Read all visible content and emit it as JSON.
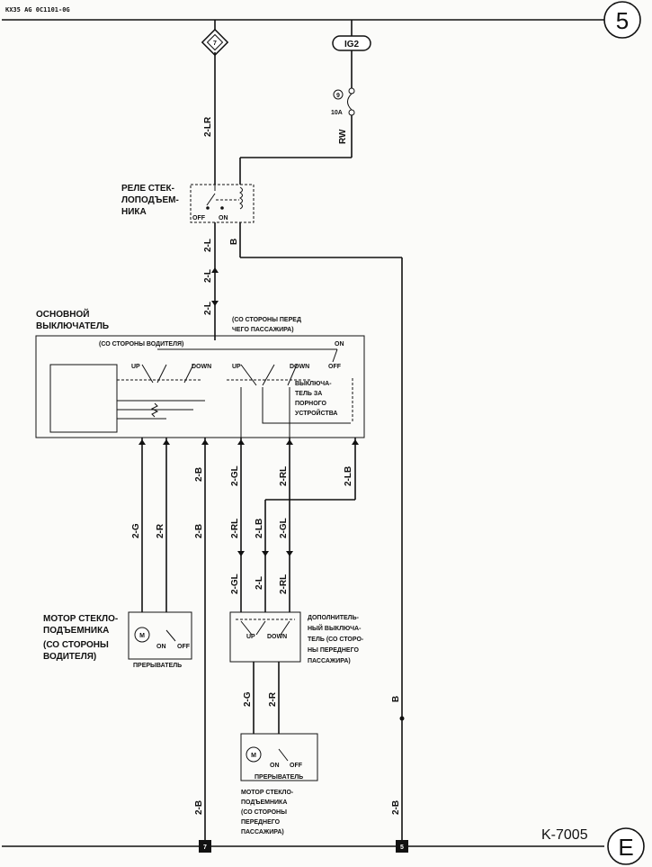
{
  "header_code": "KX35 AG 0C1101-0G",
  "sheet_top": "5",
  "sheet_bottom": "E",
  "diagram_code": "K-7005",
  "connector_7": "7",
  "ig2": "IG2",
  "fuse_num": "9",
  "fuse_amp": "10A",
  "ground_7": "7",
  "ground_5": "5",
  "relay": {
    "l1": "РЕЛЕ СТЕК-",
    "l2": "ЛОПОДЪЕМ-",
    "l3": "НИКА",
    "off": "OFF",
    "on": "ON"
  },
  "main_switch": {
    "l1": "ОСНОВНОЙ",
    "l2": "ВЫКЛЮЧАТЕЛЬ",
    "driver_side": "(СО СТОРОНЫ ВОДИТЕЛЯ)",
    "pass_l1": "(СО СТОРОНЫ ПЕРЕД",
    "pass_l2": "ЧЕГО ПАССАЖИРА)",
    "up1": "UP",
    "down1": "DOWN",
    "up2": "UP",
    "down2": "DOWN",
    "on": "ON",
    "off": "OFF"
  },
  "lock_switch": {
    "l1": "ВЫКЛЮЧА-",
    "l2": "ТЕЛЬ ЗА",
    "l3": "ПОРНОГО",
    "l4": "УСТРОЙСТВА"
  },
  "driver_motor": {
    "l1": "МОТОР СТЕКЛО-",
    "l2": "ПОДЪЕМНИКА",
    "l3": "(СО СТОРОНЫ",
    "l4": "ВОДИТЕЛЯ)",
    "breaker": "ПРЕРЫВАТЕЛЬ",
    "on": "ON",
    "off": "OFF"
  },
  "sub_switch": {
    "l1": "ДОПОЛНИТЕЛЬ-",
    "l2": "НЫЙ ВЫКЛЮЧА-",
    "l3": "ТЕЛЬ (СО СТОРО-",
    "l4": "НЫ ПЕРЕДНЕГО",
    "l5": "ПАССАЖИРА)",
    "up": "UP",
    "down": "DOWN"
  },
  "pass_motor": {
    "l1": "МОТОР СТЕКЛО-",
    "l2": "ПОДЪЕМНИКА",
    "l3": "(СО СТОРОНЫ",
    "l4": "ПЕРЕДНЕГО",
    "l5": "ПАССАЖИРА)",
    "breaker": "ПРЕРЫВАТЕЛЬ",
    "on": "ON",
    "off": "OFF"
  },
  "wires": {
    "w_2lr": "2-LR",
    "w_rw": "RW",
    "w_2l_a": "2-L",
    "w_b_relay": "B",
    "w_2l_b": "2-L",
    "w_2l_c": "2-L",
    "w_2b_a": "2-B",
    "w_2gl_a": "2-GL",
    "w_2rl_a": "2-RL",
    "w_2lb_a": "2-LB",
    "w_2g_a": "2-G",
    "w_2r_a": "2-R",
    "w_2b_b": "2-B",
    "w_2rl_b": "2-RL",
    "w_2lb_b": "2-LB",
    "w_2gl_b": "2-GL",
    "w_2gl_c": "2-GL",
    "w_2l_d": "2-L",
    "w_2rl_c": "2-RL",
    "w_2g_b": "2-G",
    "w_2r_b": "2-R",
    "w_b_right": "B",
    "w_2b_c": "2-B",
    "w_2b_d": "2-B"
  }
}
